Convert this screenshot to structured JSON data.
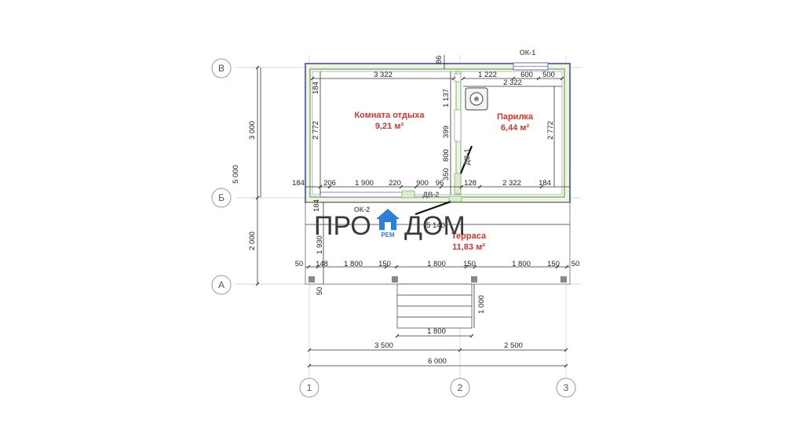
{
  "axes": {
    "letters": [
      "В",
      "Б",
      "А"
    ],
    "numbers": [
      "1",
      "2",
      "3"
    ]
  },
  "rooms": {
    "rest": {
      "name": "Комната отдыха",
      "area": "9,21 м²"
    },
    "steam": {
      "name": "Парилка",
      "area": "6,44 м²"
    },
    "terrace": {
      "name": "Терраса",
      "area": "11,83 м²"
    }
  },
  "tags": {
    "window1": "ОК-1",
    "window2": "ОК-2",
    "door1": "ДВ-1",
    "door2": "ДВ-2"
  },
  "logo": {
    "left": "ПРО",
    "right": "ДОМ",
    "sub": "РЕМ"
  },
  "dims": {
    "top_86": "86",
    "top_3322": "3 322",
    "top_1222": "1 222",
    "top_600": "600",
    "top_500": "500",
    "top_2322": "2 322",
    "left_184a": "184",
    "left_2772": "2 772",
    "right_2772": "2 772",
    "mid_1137": "1 137",
    "mid_399": "399",
    "mid_800": "800",
    "mid_350": "350",
    "row_184a": "184",
    "row_206": "206",
    "row_1900": "1 900",
    "row_220": "220",
    "row_900": "900",
    "row_96": "96",
    "row_128": "128",
    "row_2322": "2 322",
    "row_184b": "184",
    "left_3000": "3 000",
    "left_5000": "5 000",
    "left_2000": "2 000",
    "ter_184": "184",
    "ter_1930": "1 930",
    "ter_5140": "5 140",
    "bot_50a": "50",
    "bot_148": "148",
    "bot_1800a": "1 800",
    "bot_150a": "150",
    "bot_1800b": "1 800",
    "bot_150b": "150",
    "bot_1800c": "1 800",
    "bot_150c": "150",
    "bot_50b": "50",
    "bot_50c": "50",
    "stair_1000": "1 000",
    "stair_1800": "1 800",
    "tot_3500": "3 500",
    "tot_2500": "2 500",
    "tot_6000": "6 000"
  }
}
